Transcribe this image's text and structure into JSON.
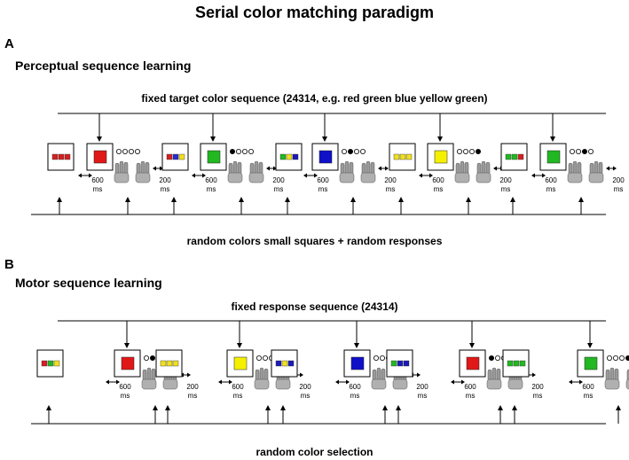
{
  "title": "Serial color matching paradigm",
  "panels": [
    {
      "letter": "A",
      "subtitle": "Perceptual sequence learning",
      "top_label": "fixed target color sequence (24314, e.g. red green blue yellow green)",
      "bottom_label": "random colors small squares + random responses",
      "trials": [
        {
          "small": [
            "#d42020",
            "#d42020",
            "#d42020"
          ],
          "big": "#e01818",
          "dots": [
            false,
            false,
            false,
            false
          ]
        },
        {
          "small": [
            "#d42020",
            "#2a2ad0",
            "#f0e020"
          ],
          "big": "#22b822",
          "dots": [
            true,
            false,
            false,
            false
          ]
        },
        {
          "small": [
            "#22b822",
            "#f0e020",
            "#1a1ab8"
          ],
          "big": "#1010c8",
          "dots": [
            false,
            true,
            false,
            false
          ]
        },
        {
          "small": [
            "#f0e020",
            "#f0e020",
            "#f0e020"
          ],
          "big": "#f5f000",
          "dots": [
            false,
            false,
            false,
            true
          ]
        },
        {
          "small": [
            "#22b822",
            "#22b822",
            "#d42020"
          ],
          "big": "#22b822",
          "dots": [
            false,
            false,
            true,
            false
          ]
        }
      ]
    },
    {
      "letter": "B",
      "subtitle": "Motor sequence learning",
      "top_label": "fixed response sequence (24314)",
      "bottom_label": "random color selection",
      "trials": [
        {
          "small": [
            "#d42020",
            "#22b822",
            "#f0e020"
          ],
          "big": "#e01818",
          "dots": [
            false,
            true,
            false,
            false
          ]
        },
        {
          "small": [
            "#f0e020",
            "#f0e020",
            "#f0e020"
          ],
          "big": "#f5f000",
          "dots": [
            false,
            false,
            false,
            true
          ]
        },
        {
          "small": [
            "#1a1ab8",
            "#f0e020",
            "#1a1ab8"
          ],
          "big": "#1010c8",
          "dots": [
            false,
            false,
            true,
            false
          ]
        },
        {
          "small": [
            "#22b822",
            "#1a1ab8",
            "#1a1ab8"
          ],
          "big": "#e01818",
          "dots": [
            true,
            false,
            false,
            false
          ]
        },
        {
          "small": [
            "#22b822",
            "#22b822",
            "#22b822"
          ],
          "big": "#22b822",
          "dots": [
            false,
            false,
            false,
            true
          ]
        }
      ]
    }
  ],
  "timing": {
    "stimulus_ms": "600",
    "iti_ms": "200",
    "unit": "ms"
  }
}
